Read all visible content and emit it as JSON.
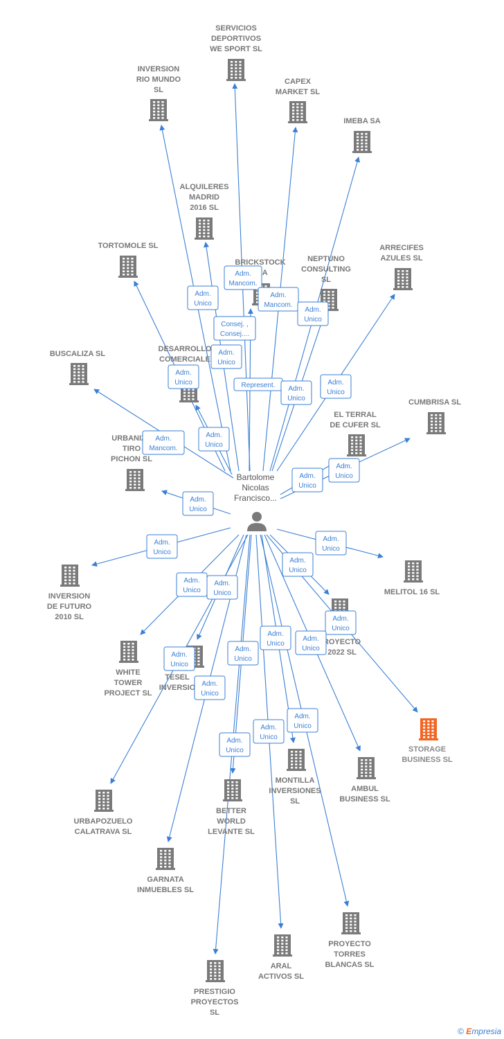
{
  "center": {
    "name_lines": [
      "Bartolome",
      "Nicolas",
      "Francisco..."
    ],
    "icon": "person-icon"
  },
  "companies": [
    {
      "id": "servicios",
      "lines": [
        "SERVICIOS",
        "DEPORTIVOS",
        "WE SPORT  SL"
      ],
      "icon": "building-icon"
    },
    {
      "id": "inversion-rio",
      "lines": [
        "INVERSION",
        "RIO MUNDO",
        "SL"
      ],
      "icon": "building-icon"
    },
    {
      "id": "capex",
      "lines": [
        "CAPEX",
        "MARKET  SL"
      ],
      "icon": "building-icon"
    },
    {
      "id": "imeba",
      "lines": [
        "IMEBA SA"
      ],
      "icon": "building-icon"
    },
    {
      "id": "alquileres",
      "lines": [
        "ALQUILERES",
        "MADRID",
        "2016  SL"
      ],
      "icon": "building-icon"
    },
    {
      "id": "tortomole",
      "lines": [
        "TORTOMOLE SL"
      ],
      "icon": "building-icon"
    },
    {
      "id": "brickstock",
      "lines": [
        "BRICKSTOCK",
        "I SA"
      ],
      "icon": "building-icon"
    },
    {
      "id": "neptuno",
      "lines": [
        "NEPTUNO",
        "CONSULTING",
        "SL"
      ],
      "icon": "building-icon"
    },
    {
      "id": "arrecifes",
      "lines": [
        "ARRECIFES",
        "AZULES  SL"
      ],
      "icon": "building-icon"
    },
    {
      "id": "buscaliza",
      "lines": [
        "BUSCALIZA  SL"
      ],
      "icon": "building-icon"
    },
    {
      "id": "desarrollo",
      "lines": [
        "DESARROLLO",
        "COMERCIALE",
        "SL"
      ],
      "icon": "building-icon"
    },
    {
      "id": "cumbrisa",
      "lines": [
        "CUMBRISA  SL"
      ],
      "icon": "building-icon"
    },
    {
      "id": "el-terral",
      "lines": [
        "EL TERRAL",
        "DE CUFER  SL"
      ],
      "icon": "building-icon"
    },
    {
      "id": "urbaniza",
      "lines": [
        "URBANIZA",
        "TIRO",
        "PICHON  SL"
      ],
      "icon": "building-icon"
    },
    {
      "id": "melitol",
      "lines": [
        "MELITOL 16  SL"
      ],
      "icon": "building-icon"
    },
    {
      "id": "inversion-futuro",
      "lines": [
        "INVERSION",
        "DE FUTURO",
        "2010 SL"
      ],
      "icon": "building-icon"
    },
    {
      "id": "proyecto-2022",
      "lines": [
        "ROYECTO",
        "2022  SL"
      ],
      "icon": "building-icon"
    },
    {
      "id": "white-tower",
      "lines": [
        "WHITE",
        "TOWER",
        "PROJECT  SL"
      ],
      "icon": "building-icon"
    },
    {
      "id": "tesela",
      "lines": [
        "TESEL",
        "INVERSIO"
      ],
      "icon": "building-icon"
    },
    {
      "id": "storage",
      "lines": [
        "STORAGE",
        "BUSINESS  SL"
      ],
      "icon": "building-icon",
      "highlight": true
    },
    {
      "id": "montilla",
      "lines": [
        "MONTILLA",
        "INVERSIONES",
        "SL"
      ],
      "icon": "building-icon"
    },
    {
      "id": "ambul",
      "lines": [
        "AMBUL",
        "BUSINESS SL"
      ],
      "icon": "building-icon"
    },
    {
      "id": "urbapozuelo",
      "lines": [
        "URBAPOZUELO",
        "CALATRAVA  SL"
      ],
      "icon": "building-icon"
    },
    {
      "id": "better-world",
      "lines": [
        "BETTER",
        "WORLD",
        "LEVANTE  SL"
      ],
      "icon": "building-icon"
    },
    {
      "id": "garnata",
      "lines": [
        "GARNATA",
        "INMUEBLES  SL"
      ],
      "icon": "building-icon"
    },
    {
      "id": "proyecto-torres",
      "lines": [
        "PROYECTO",
        "TORRES",
        "BLANCAS  SL"
      ],
      "icon": "building-icon"
    },
    {
      "id": "aral",
      "lines": [
        "ARAL",
        "ACTIVOS  SL"
      ],
      "icon": "building-icon"
    },
    {
      "id": "prestigio",
      "lines": [
        "PRESTIGIO",
        "PROYECTOS",
        "SL"
      ],
      "icon": "building-icon"
    }
  ],
  "roles": [
    {
      "id": "r-inversion-rio",
      "lines": [
        "Adm.",
        "Unico"
      ]
    },
    {
      "id": "r-servicios",
      "lines": [
        "Adm.",
        "Mancom."
      ]
    },
    {
      "id": "r-capex",
      "lines": [
        "Adm.",
        "Mancom."
      ]
    },
    {
      "id": "r-imeba",
      "lines": [
        "Adm.",
        "Unico"
      ]
    },
    {
      "id": "r-brickstock",
      "lines": [
        "Consej. ,",
        "Consej...."
      ]
    },
    {
      "id": "r-alquileres",
      "lines": [
        "Adm.",
        "Unico"
      ]
    },
    {
      "id": "r-desarrollo",
      "lines": [
        "Adm.",
        "Unico"
      ]
    },
    {
      "id": "r-neptuno",
      "lines": [
        "Represent."
      ]
    },
    {
      "id": "r-neptuno2",
      "lines": [
        "Adm.",
        "Unico"
      ]
    },
    {
      "id": "r-arrecifes",
      "lines": [
        "Adm.",
        "Unico"
      ]
    },
    {
      "id": "r-tortomole",
      "lines": [
        "Adm.",
        "Unico"
      ]
    },
    {
      "id": "r-buscaliza",
      "lines": [
        "Adm.",
        "Mancom."
      ]
    },
    {
      "id": "r-el-terral",
      "lines": [
        "Adm.",
        "Unico"
      ]
    },
    {
      "id": "r-cumbrisa",
      "lines": [
        "Adm.",
        "Unico"
      ]
    },
    {
      "id": "r-urbaniza",
      "lines": [
        "Adm.",
        "Unico"
      ]
    },
    {
      "id": "r-inversion-futuro",
      "lines": [
        "Adm.",
        "Unico"
      ]
    },
    {
      "id": "r-melitol",
      "lines": [
        "Adm.",
        "Unico"
      ]
    },
    {
      "id": "r-proyecto-2022",
      "lines": [
        "Adm.",
        "Unico"
      ]
    },
    {
      "id": "r-storage",
      "lines": [
        "Adm.",
        "Unico"
      ]
    },
    {
      "id": "r-white-tower",
      "lines": [
        "Adm.",
        "Unico"
      ]
    },
    {
      "id": "r-tesela",
      "lines": [
        "Adm.",
        "Unico"
      ]
    },
    {
      "id": "r-urbapozuelo",
      "lines": [
        "Adm.",
        "Unico"
      ]
    },
    {
      "id": "r-better-world",
      "lines": [
        "Adm.",
        "Unico"
      ]
    },
    {
      "id": "r-montilla",
      "lines": [
        "Adm.",
        "Unico"
      ]
    },
    {
      "id": "r-ambul",
      "lines": [
        "Adm.",
        "Unico"
      ]
    },
    {
      "id": "r-garnata",
      "lines": [
        "Adm.",
        "Unico"
      ]
    },
    {
      "id": "r-aral",
      "lines": [
        "Adm.",
        "Unico"
      ]
    },
    {
      "id": "r-proyecto-torres",
      "lines": [
        "Adm.",
        "Unico"
      ]
    },
    {
      "id": "r-prestigio",
      "lines": [
        "Adm.",
        "Unico"
      ]
    }
  ],
  "colors": {
    "edge": "#3a7fd5",
    "building": "#7a7a7a",
    "building_highlight": "#f26522",
    "person": "#7a7a7a"
  },
  "footer": {
    "copyright": "©",
    "brand_initial": "E",
    "brand_rest": "mpresia"
  }
}
